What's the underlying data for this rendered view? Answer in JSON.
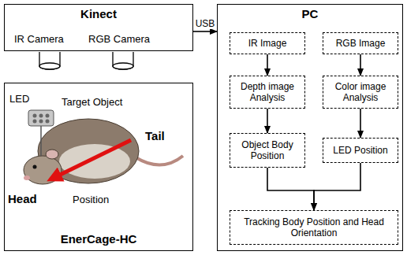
{
  "diagram": {
    "nodes": [
      {
        "text": [
          "Kinect"
        ]
      },
      {
        "text": [
          "PC"
        ]
      },
      {
        "text": [
          "IR Image"
        ],
        "in": 1
      },
      {
        "text": [
          "RGB Image"
        ],
        "in": 1
      },
      {
        "text": [
          "Depth image Analysis"
        ],
        "in": 1
      },
      {
        "text": [
          "Color image Analysis"
        ],
        "in": 1
      },
      {
        "text": [
          "Object Body Position"
        ],
        "in": 1
      },
      {
        "text": [
          "LED Position"
        ],
        "in": 1
      },
      {
        "text": [
          "Tracking Body Position and Head Orientation"
        ],
        "in": 1
      },
      {
        "text": [
          "EnerCage-HC"
        ]
      }
    ],
    "edges": [
      {
        "from": 0,
        "to": 1,
        "label": "USB",
        "arrow": "to"
      },
      {
        "from": 2,
        "to": 4,
        "arrow": "to"
      },
      {
        "from": 3,
        "to": 5,
        "arrow": "to"
      },
      {
        "from": 4,
        "to": 6,
        "arrow": "to"
      },
      {
        "from": 5,
        "to": 7,
        "arrow": "to"
      },
      {
        "from": 6,
        "to": 8,
        "arrow": "to"
      },
      {
        "from": 7,
        "to": 8,
        "arrow": "to"
      }
    ],
    "labels": [
      "IR Camera",
      "RGB Camera",
      "LED",
      "Target Object",
      "Tail",
      "Head",
      "Position"
    ]
  }
}
